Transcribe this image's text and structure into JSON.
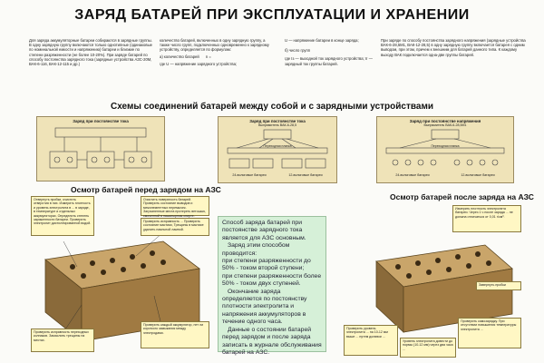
{
  "title": "ЗАРЯД БАТАРЕЙ ПРИ ЭКСПЛУАТАЦИИ И ХРАНЕНИИ",
  "intro": {
    "col1": "Для заряда аккумуляторные батареи собираются в зарядные группы. В одну зарядную группу включаются только однотипные (одинаковые по номинальной емкости и напряжению) батареи и близкие по степени разряженности (не более 10-20%). При заряде батарей по способу постоянства зарядного тока (зарядные устройства АЗС-20М, ВАК-6-116, ВАК-12-115 и др.)",
    "col2": "количество батарей, включенных в одну зарядную группу, а также число групп, подключенных одновременно к зарядному устройству, определяется по формулам:",
    "formula_a": "а) количество батарей",
    "formula_sym": "n =",
    "formula_where": "где U — напряжение зарядного устройства;",
    "col3a": "U — напряжение батареи в конце заряда;",
    "col3b": "б) число групп",
    "col3c": "где Iз — выходной ток зарядного устройства; Iг — зарядный ток группы батарей.",
    "col4": "При заряде по способу постоянства зарядного напряжения (зарядные устройства ВАК-6-28,5М1, ВАК-12-28,5) в одну зарядную группу включается батарея с одним выводом, при этом, причем к внешним для батарей данного типа. К каждому выходу ВАК подключается одна-две группы батарей."
  },
  "diagrams_heading": "Схемы соединений батарей между собой и с зарядными устройствами",
  "diagram1": {
    "header": "Заряд при постоянстве тока"
  },
  "diagram2": {
    "header": "Заряд при постоянстве тока",
    "label_top": "Выпрямитель ВАК-6-28,5",
    "label_mid": "Переходная планка",
    "label_left": "24-вольтовые батареи",
    "label_right": "12-вольтовые батареи"
  },
  "diagram3": {
    "header": "Заряд при постоянстве напряжения",
    "label_top": "Выпрямитель ВАК-6-28,5М1",
    "label_mid": "Переходная планка",
    "label_left": "24-вольтовые батареи",
    "label_right": "12-вольтовые батареи"
  },
  "before_heading": "Осмотр батарей перед зарядом на АЗС",
  "after_heading": "Осмотр батарей после заряда на АЗС",
  "before_callouts": [
    "Отвернуть пробки, очистить отверстия в них. Измерить плотность и уровень электролита в ... в заряде, в температуре и отдельных аккумуляторах. Определить степень заряженности батареи. Проверить электролит дистиллированной водой.",
    "Очистить поверхность батарей. Проверить состояние выводов и межэлементных перемычек. Загрязненные места протереть ветошью, смоченной в нашатырном спирте.",
    "Проверить исправность ... Проверить состояние мастики, Трещины в мастике удалить паяльной лампой.",
    "Проверить исправность переходных колпаков. Замаслить трещины на местах.",
    "Проверить каждый аккумулятор, нет ли короткого замыкания между электродами."
  ],
  "center_text": [
    "Способ заряда батарей при постоянстве зарядного тока является для АЗС основным.",
    "Заряд этим способом проводится:",
    "при степени разряженности до 50% - током второй ступени;",
    "при степени разряженности более 50% - током двух ступеней.",
    "Окончание заряда определяется по постоянству плотности электролита и напряжения аккумуляторов в течение одного часа.",
    "Данные о состоянии батарей перед зарядом и после заряда записать в журнале обслуживания батарей на АЗС."
  ],
  "after_callouts": [
    "Измерить плотность электролита батареи. Через 1 ч после заряда ... не должна отличаться от 0,01 г/см³.",
    "Завернуть пробки",
    "Проверить уровень электролита ... на 10-12 мм выше ... путем доливки ...",
    "Проверить самозарядку. При отсутствии повышения температуры электролита ...",
    "Уровень электролита довести до нормы (10-12 мм) через два часа ..."
  ],
  "colors": {
    "panel": "#efe3b8",
    "center_box": "#d6f0d8",
    "callout": "#fff7c4"
  }
}
